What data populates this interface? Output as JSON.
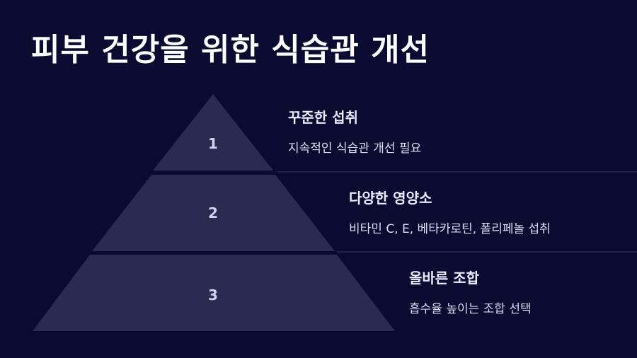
{
  "title": "피부 건강을 위한 식습관 개선",
  "colors": {
    "background": "#0b0a30",
    "tier": "#2b2a50",
    "divider": "#2a2950",
    "number": "#d4d2f0",
    "text": "#ecebff"
  },
  "levels": [
    {
      "number": "1",
      "title": "꾸준한 섭취",
      "description": "지속적인 식습관 개선 필요"
    },
    {
      "number": "2",
      "title": "다양한 영양소",
      "description": "비타민 C, E, 베타카로틴, 폴리페놀 섭취"
    },
    {
      "number": "3",
      "title": "올바른 조합",
      "description": "흡수율 높이는 조합 선택"
    }
  ]
}
